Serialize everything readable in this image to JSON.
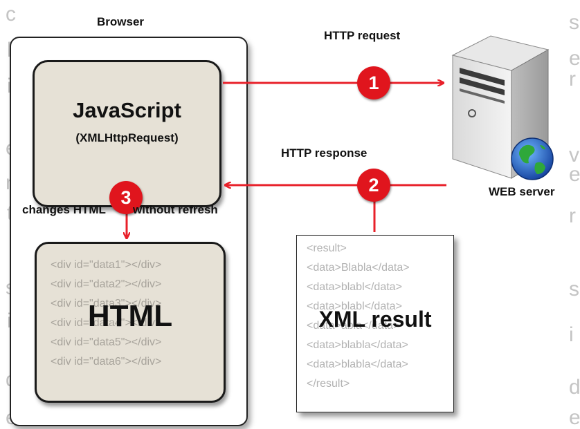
{
  "left_letters": [
    "c",
    "l",
    "i",
    "e",
    "n",
    "t",
    "s",
    "i",
    "d",
    "e"
  ],
  "right_letters": [
    "s",
    "e",
    "r",
    "v",
    "e",
    "r",
    "s",
    "i",
    "d",
    "e"
  ],
  "browser_label": "Browser",
  "js": {
    "title": "JavaScript",
    "subtitle": "(XMLHttpRequest)"
  },
  "html": {
    "title": "HTML",
    "lines": [
      "<div id=\"data1\"></div>",
      "<div id=\"data2\"></div>",
      "<div id=\"data3\"></div>",
      "<div id=\"data4\"></div>",
      "<div id=\"data5\"></div>",
      "<div id=\"data6\"></div>"
    ]
  },
  "steps": {
    "request": {
      "number": "1",
      "label": "HTTP request"
    },
    "response": {
      "number": "2",
      "label": "HTTP response"
    },
    "update": {
      "number": "3",
      "label_left": "changes HTML",
      "label_right": "without refresh"
    }
  },
  "server_label": "WEB server",
  "xml": {
    "title": "XML result",
    "lines": [
      "<result>",
      "<data>Blabla</data>",
      "<data>blabl</data>",
      "<data>blabl</data>",
      "<data>abla</data>",
      "<data>blabla</data>",
      "<data>blabla</data>",
      "</result>"
    ]
  },
  "colors": {
    "arrow": "#e8202a",
    "step_circle": "#e0151d",
    "box_fill": "#e6e1d6",
    "side_letters": "#c4c4c4"
  }
}
